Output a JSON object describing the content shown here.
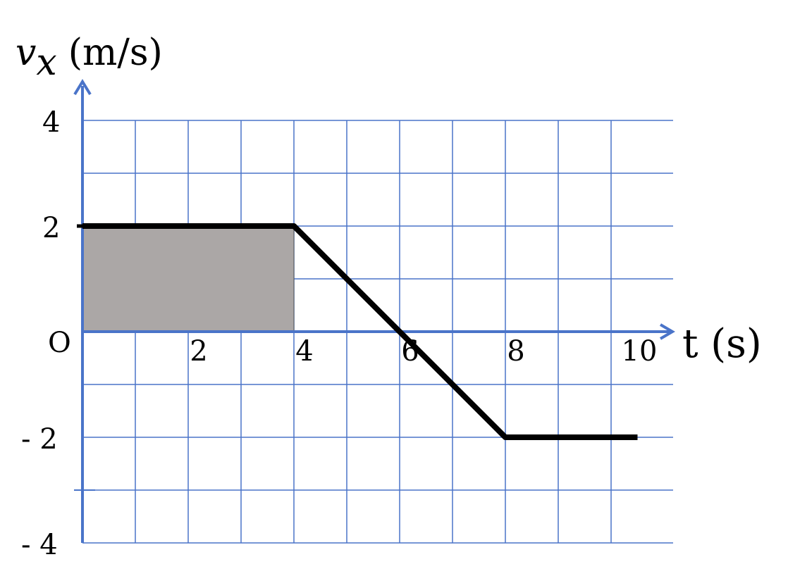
{
  "chart_data": {
    "type": "line",
    "xlabel": "t (s)",
    "ylabel_symbol": "v",
    "ylabel_subscript": "x",
    "ylabel_unit": "(m/s)",
    "origin_label": "O",
    "xlim": [
      0,
      11.2
    ],
    "ylim": [
      -4,
      4
    ],
    "grid": true,
    "x_ticks": [
      {
        "value": 2,
        "label": "2"
      },
      {
        "value": 4,
        "label": "4"
      },
      {
        "value": 6,
        "label": "6"
      },
      {
        "value": 8,
        "label": "8"
      },
      {
        "value": 10,
        "label": "10"
      }
    ],
    "y_ticks": [
      {
        "value": 4,
        "label": "4"
      },
      {
        "value": 2,
        "label": "2"
      },
      {
        "value": -2,
        "label": "- 2"
      },
      {
        "value": -4,
        "label": "- 4"
      }
    ],
    "series": [
      {
        "x": [
          0,
          4,
          8,
          10.5
        ],
        "y": [
          2,
          2,
          -2,
          -2
        ]
      }
    ],
    "shaded_region": {
      "x": [
        0,
        4
      ],
      "y": [
        0,
        2
      ]
    },
    "colors": {
      "grid": "#4a74c9",
      "axes": "#4a74c9",
      "line": "#000000",
      "shade": "#aba7a6"
    }
  }
}
